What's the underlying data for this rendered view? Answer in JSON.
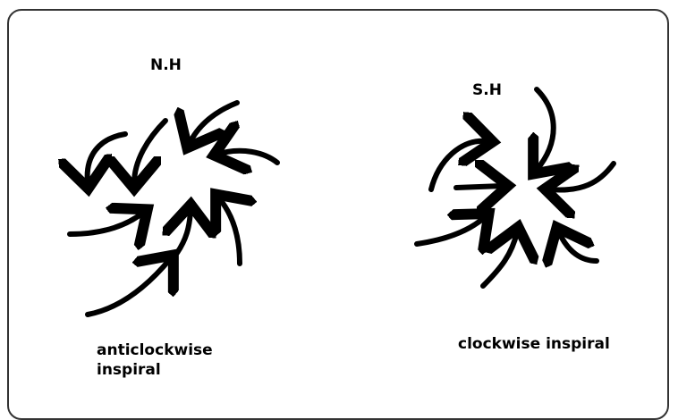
{
  "northern": {
    "label": "N.H",
    "caption_line1": "anticlockwise",
    "caption_line2": "inspiral"
  },
  "southern": {
    "label": "S.H",
    "caption": "clockwise inspiral"
  },
  "colors": {
    "ink": "#000000",
    "frame": "#333333",
    "background": "#ffffff"
  }
}
